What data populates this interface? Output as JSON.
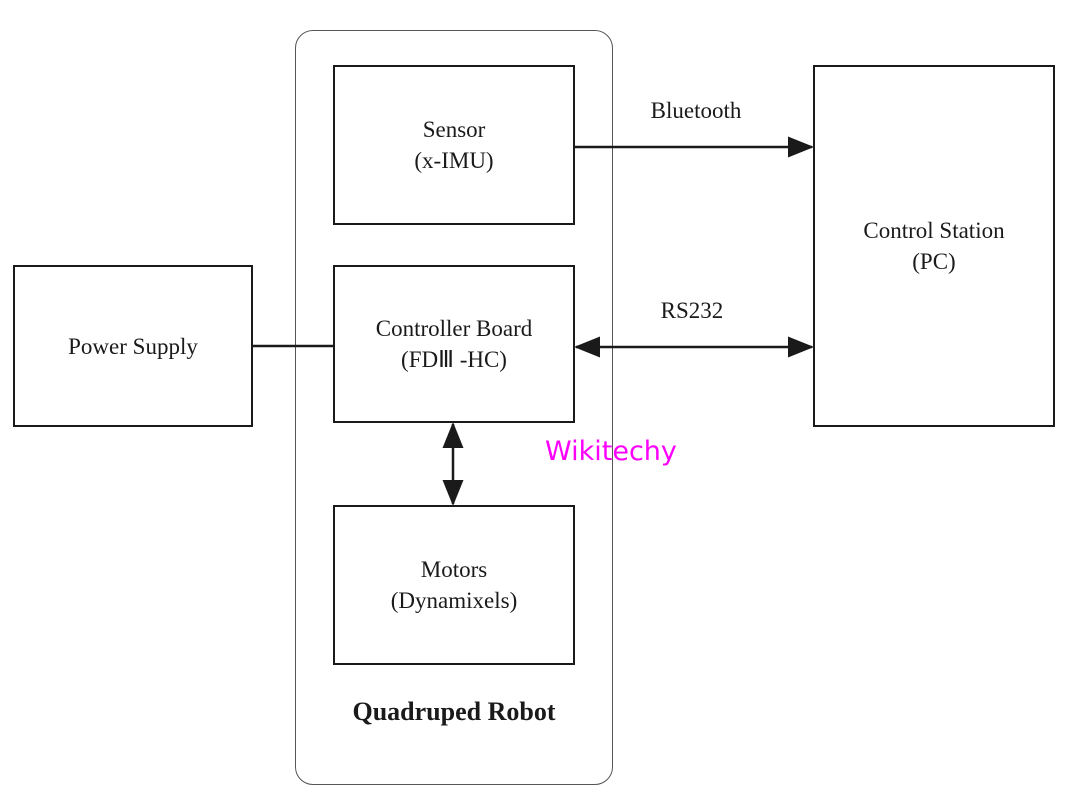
{
  "diagram": {
    "container": {
      "label": "Quadruped Robot"
    },
    "nodes": {
      "power_supply": {
        "title": "Power Supply"
      },
      "sensor": {
        "title": "Sensor",
        "subtitle": "(x-IMU)"
      },
      "controller_board": {
        "title": "Controller Board",
        "subtitle": "(FDⅢ -HC)"
      },
      "motors": {
        "title": "Motors",
        "subtitle": "(Dynamixels)"
      },
      "control_station": {
        "title": "Control Station",
        "subtitle": "(PC)"
      }
    },
    "links": {
      "bluetooth": {
        "label": "Bluetooth",
        "from": "Sensor",
        "to": "Control Station",
        "direction": "one-way"
      },
      "rs232": {
        "label": "RS232",
        "from": "Controller Board",
        "to": "Control Station",
        "direction": "two-way"
      },
      "controller_motors": {
        "from": "Controller Board",
        "to": "Motors",
        "direction": "two-way"
      },
      "power_controller": {
        "from": "Power Supply",
        "to": "Controller Board",
        "direction": "plain"
      }
    },
    "watermark": {
      "text": "Wikitechy",
      "color": "#fb00fb"
    },
    "colors": {
      "line": "#1a1a1a",
      "container_border": "#555555",
      "background": "#ffffff"
    }
  }
}
